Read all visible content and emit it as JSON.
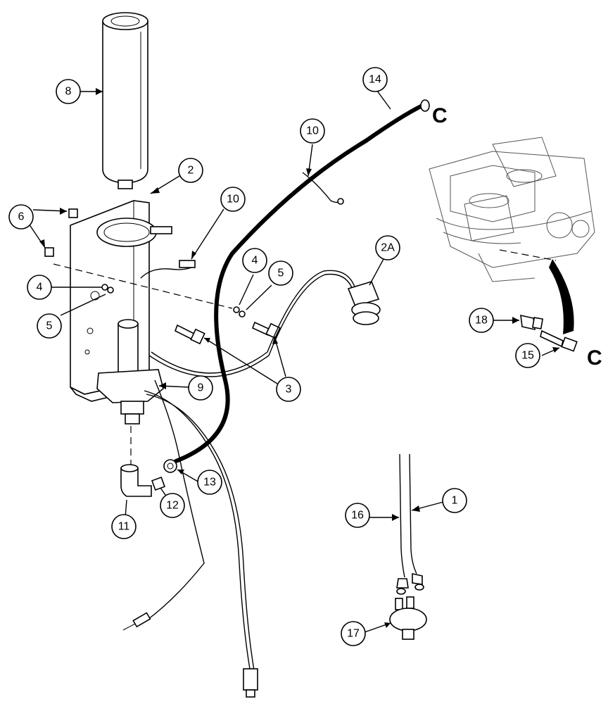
{
  "callouts": [
    {
      "id": "c8",
      "label": "8"
    },
    {
      "id": "c2",
      "label": "2"
    },
    {
      "id": "c6",
      "label": "6"
    },
    {
      "id": "c4a",
      "label": "4"
    },
    {
      "id": "c5a",
      "label": "5"
    },
    {
      "id": "c10a",
      "label": "10"
    },
    {
      "id": "c10b",
      "label": "10"
    },
    {
      "id": "c14",
      "label": "14"
    },
    {
      "id": "c4b",
      "label": "4"
    },
    {
      "id": "c5b",
      "label": "5"
    },
    {
      "id": "c2a",
      "label": "2A"
    },
    {
      "id": "c3",
      "label": "3"
    },
    {
      "id": "c9",
      "label": "9"
    },
    {
      "id": "c13",
      "label": "13"
    },
    {
      "id": "c12",
      "label": "12"
    },
    {
      "id": "c11",
      "label": "11"
    },
    {
      "id": "c18",
      "label": "18"
    },
    {
      "id": "c15",
      "label": "15"
    },
    {
      "id": "c16",
      "label": "16"
    },
    {
      "id": "c1",
      "label": "1"
    },
    {
      "id": "c17",
      "label": "17"
    }
  ],
  "references": {
    "top": "C",
    "right": "C"
  }
}
